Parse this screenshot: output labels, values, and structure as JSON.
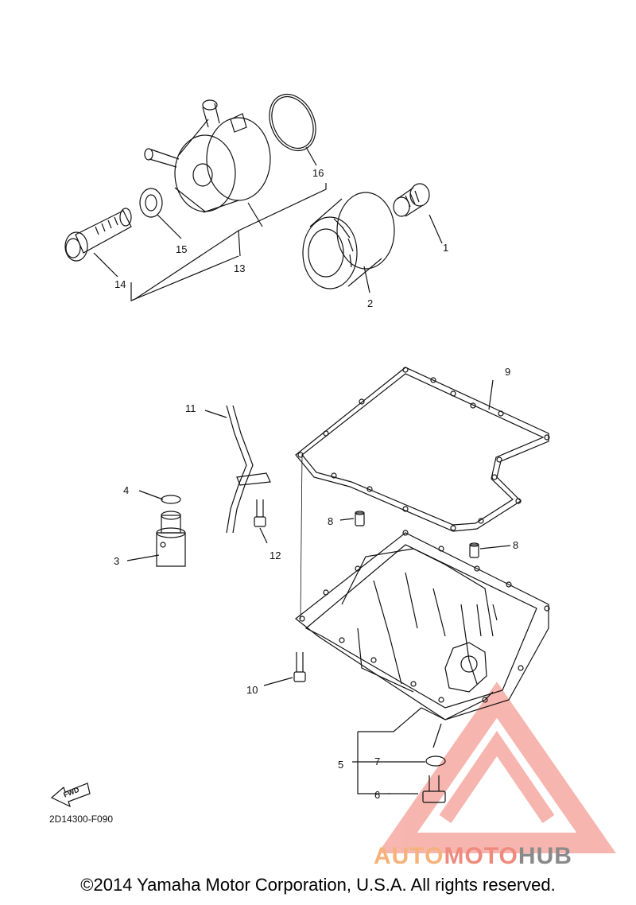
{
  "diagram": {
    "part_labels": {
      "p1": "1",
      "p2": "2",
      "p3": "3",
      "p4": "4",
      "p5": "5",
      "p6": "6",
      "p7": "7",
      "p8a": "8",
      "p8b": "8",
      "p9": "9",
      "p10": "10",
      "p11": "11",
      "p12": "12",
      "p13": "13",
      "p14": "14",
      "p15": "15",
      "p16": "16"
    },
    "fwd_label": "FWD",
    "figure_code": "2D14300-F090"
  },
  "footer": {
    "copyright": "©2014 Yamaha Motor Corporation, U.S.A. All rights reserved."
  },
  "watermark": {
    "part1": "AUTO",
    "part2": "MOTO",
    "part3": "HUB",
    "colors": {
      "logo": "#f07a6e",
      "auto": "#f5b27a",
      "moto": "#f08a7e",
      "hub": "#8a8a8a"
    }
  }
}
